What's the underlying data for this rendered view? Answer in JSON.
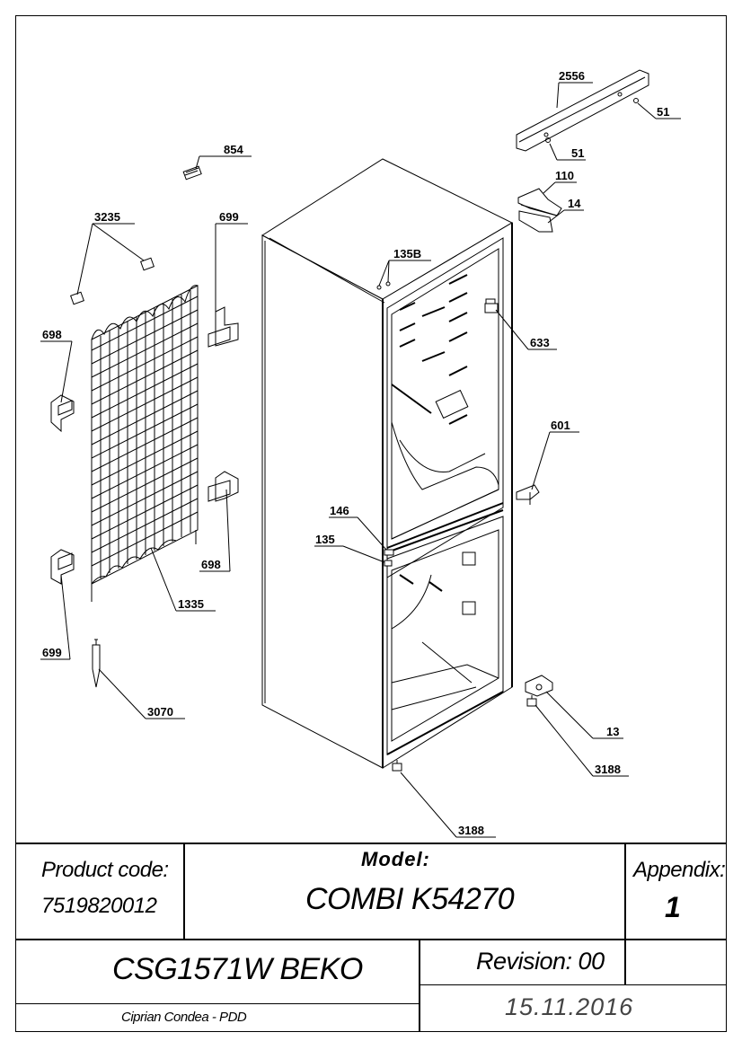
{
  "callouts": {
    "c2556": "2556",
    "c51a": "51",
    "c51b": "51",
    "c854": "854",
    "c110": "110",
    "c14": "14",
    "c3235": "3235",
    "c699a": "699",
    "c135B": "135B",
    "c698a": "698",
    "c633": "633",
    "c601": "601",
    "c146": "146",
    "c135": "135",
    "c698b": "698",
    "c1335": "1335",
    "c699b": "699",
    "c3070": "3070",
    "c13": "13",
    "c3188a": "3188",
    "c3188b": "3188"
  },
  "title_block": {
    "product_code_label": "Product code:",
    "product_code": "7519820012",
    "model_label": "Model:",
    "model": "COMBI K54270",
    "appendix_label": "Appendix:",
    "appendix": "1",
    "sku": "CSG1571W BEKO",
    "revision": "Revision: 00",
    "author": "Ciprian Condea - PDD",
    "date": "15.11.2016"
  }
}
